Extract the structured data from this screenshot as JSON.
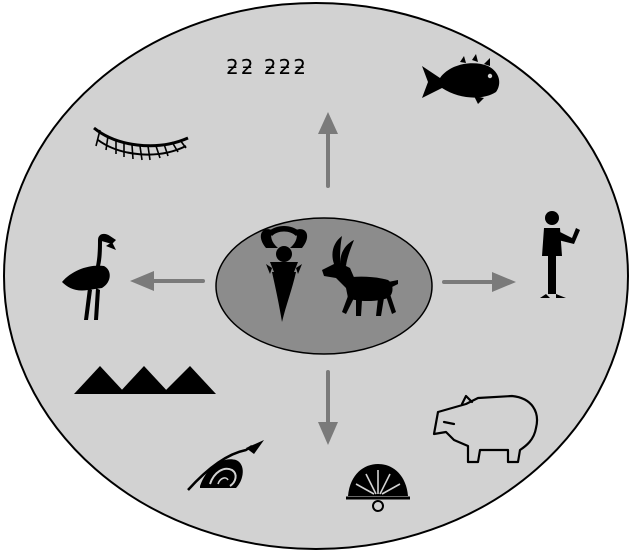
{
  "diagram": {
    "colors": {
      "background": "#ffffff",
      "outer_disc": "#d2d2d2",
      "inner_disc": "#8c8c8c",
      "arrow": "#7a7a7a",
      "symbol": "#000000"
    },
    "center": {
      "symbols": [
        "goddess-figure-icon",
        "antelope-icon"
      ]
    },
    "arrows": [
      "up",
      "right",
      "down",
      "left"
    ],
    "outer_symbols": [
      "water-zigzag-icon",
      "fish-icon",
      "human-figure-icon",
      "hippopotamus-icon",
      "fan-icon",
      "bird-spiral-icon",
      "mountains-icon",
      "flamingo-icon",
      "eye-lashes-icon"
    ],
    "zigzag_text": "ƻƻ ƻƻƻ"
  }
}
